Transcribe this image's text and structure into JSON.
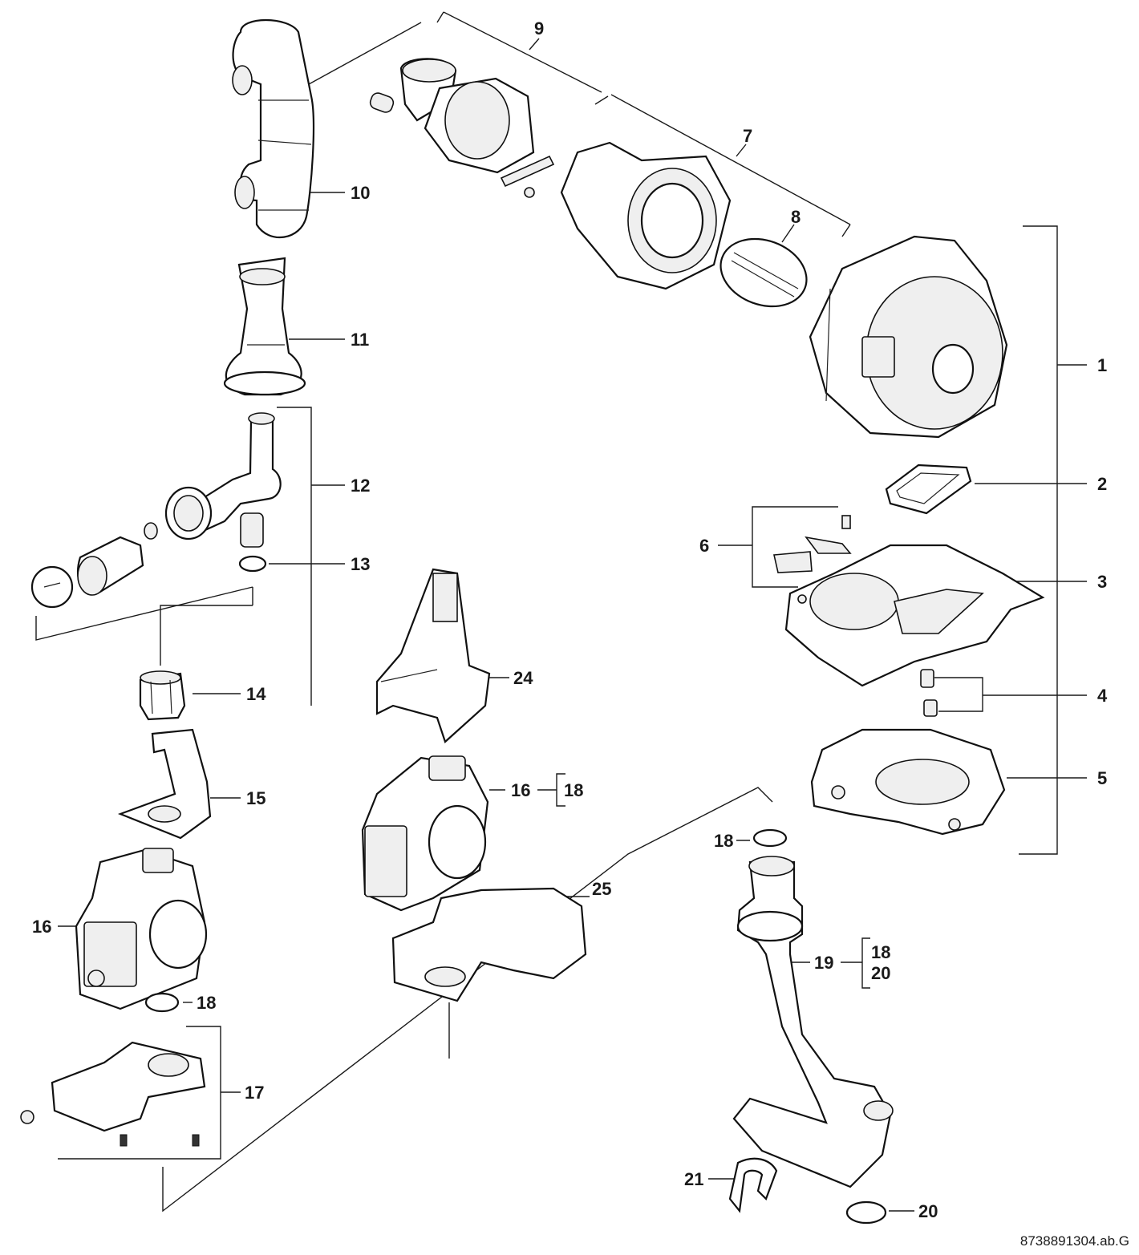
{
  "diagram": {
    "callouts": {
      "c1": "1",
      "c2": "2",
      "c3": "3",
      "c4": "4",
      "c5": "5",
      "c6": "6",
      "c7": "7",
      "c8": "8",
      "c9": "9",
      "c10": "10",
      "c11": "11",
      "c12": "12",
      "c13": "13",
      "c14": "14",
      "c15": "15",
      "c16a": "16",
      "c16b": "16",
      "c17": "17",
      "c18a": "18",
      "c18b": "18",
      "c18c": "18",
      "c18d": "18",
      "c19": "19",
      "c20a": "20",
      "c20b": "20",
      "c21": "21",
      "c24": "24",
      "c25": "25"
    },
    "reference": "8738891304.ab.G"
  }
}
